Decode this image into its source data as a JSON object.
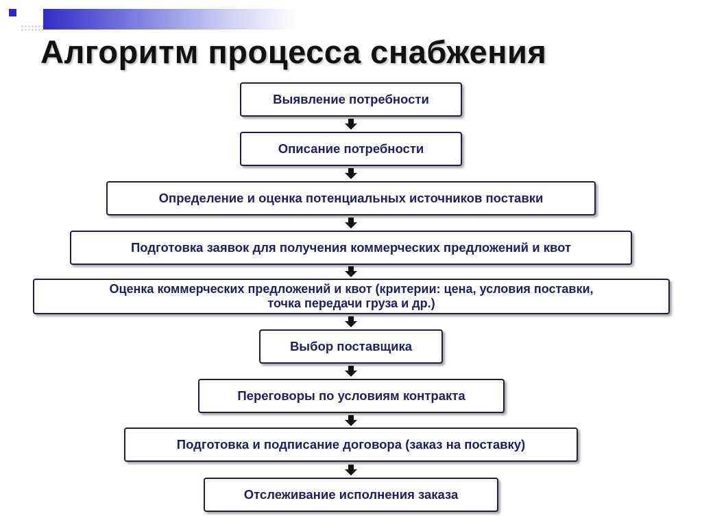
{
  "slide": {
    "title": "Алгоритм процесса снабжения"
  },
  "colors": {
    "accent": "#2b2bc2",
    "box_border": "#1e1e3e",
    "box_text": "#1f1f5e",
    "arrow": "#111111"
  },
  "icons": {
    "step_connector": "down-arrow-icon"
  },
  "flow": {
    "steps": [
      {
        "label": "Выявление потребности"
      },
      {
        "label": "Описание потребности"
      },
      {
        "label": "Определение и оценка потенциальных источников поставки"
      },
      {
        "label": "Подготовка заявок для получения коммерческих предложений и квот"
      },
      {
        "label": "Оценка коммерческих предложений и квот (критерии: цена, условия поставки,\nточка передачи груза и др.)"
      },
      {
        "label": "Выбор поставщика"
      },
      {
        "label": "Переговоры по условиям контракта"
      },
      {
        "label": "Подготовка и подписание договора (заказ на поставку)"
      },
      {
        "label": "Отслеживание исполнения заказа"
      }
    ]
  }
}
